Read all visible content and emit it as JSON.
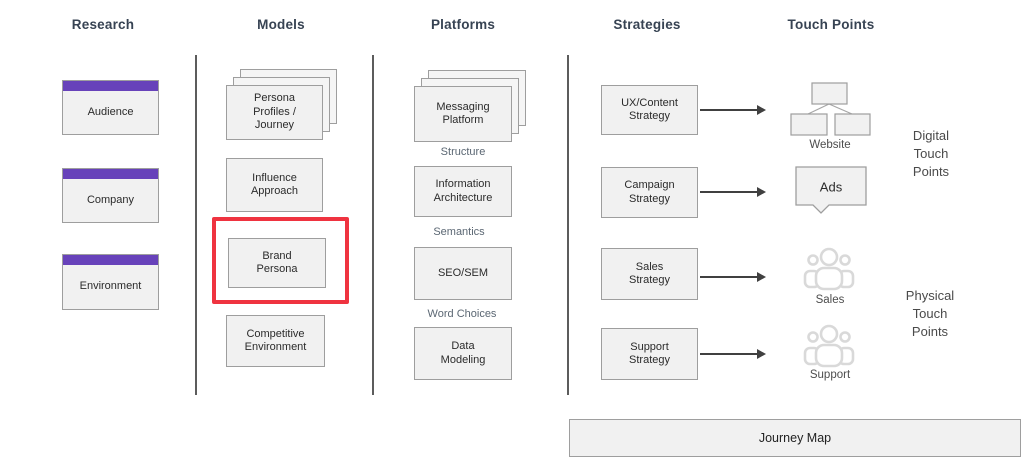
{
  "headers": {
    "research": "Research",
    "models": "Models",
    "platforms": "Platforms",
    "strategies": "Strategies",
    "touch_points": "Touch Points"
  },
  "research": {
    "items": [
      {
        "label": "Audience"
      },
      {
        "label": "Company"
      },
      {
        "label": "Environment"
      }
    ]
  },
  "models": {
    "items": [
      {
        "label": "Persona\nProfiles /\nJourney",
        "stacked": true
      },
      {
        "label": "Influence\nApproach"
      },
      {
        "label": "Brand\nPersona",
        "highlighted": true
      },
      {
        "label": "Competitive\nEnvironment"
      }
    ]
  },
  "platforms": {
    "items": [
      {
        "label": "Messaging\nPlatform",
        "stacked": true
      },
      {
        "label": "Information\nArchitecture"
      },
      {
        "label": "SEO/SEM"
      },
      {
        "label": "Data\nModeling"
      }
    ],
    "sublabels": [
      {
        "label": "Structure"
      },
      {
        "label": "Semantics"
      },
      {
        "label": "Word Choices"
      }
    ]
  },
  "strategies": {
    "items": [
      {
        "label": "UX/Content\nStrategy"
      },
      {
        "label": "Campaign\nStrategy"
      },
      {
        "label": "Sales\nStrategy"
      },
      {
        "label": "Support\nStrategy"
      }
    ]
  },
  "touch_points": {
    "website_label": "Website",
    "ads_label": "Ads",
    "sales_label": "Sales",
    "support_label": "Support",
    "digital_group": "Digital\nTouch\nPoints",
    "physical_group": "Physical\nTouch\nPoints"
  },
  "journey_map_label": "Journey Map",
  "icons": {
    "website": "sitemap-icon",
    "ads": "callout-box-icon",
    "sales": "people-group-icon",
    "support": "people-group-icon"
  },
  "colors": {
    "accent_purple": "#6742BA",
    "highlight_red": "#EF3340",
    "header_text": "#374353",
    "sublabel_text": "#5B6773",
    "box_fill": "#F1F1F1",
    "box_border": "#9E9E9E",
    "icon_gray": "#D9D9D9",
    "arrow": "#404040"
  }
}
